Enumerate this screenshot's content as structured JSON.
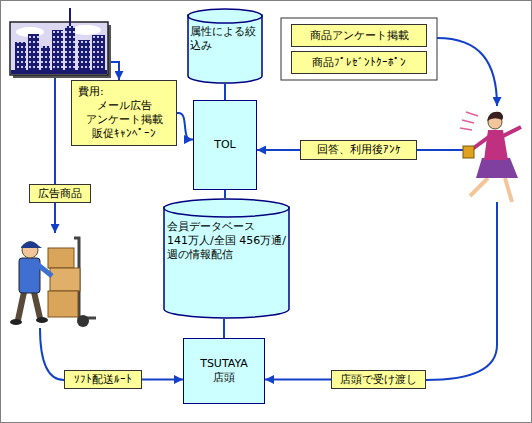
{
  "diagram": {
    "nodes": [
      {
        "text": [
          "属性による絞 込み"
        ]
      },
      {
        "text": [
          "商品アンケート掲載"
        ]
      },
      {
        "text": [
          "商品ﾌﾟﾚｾﾞﾝﾄｸｰﾎﾟﾝ"
        ]
      },
      {
        "text": [
          "費用:",
          "メール広告 アンケート掲載 販促ｷｬﾝﾍﾟｰﾝ"
        ]
      },
      {
        "text": [
          "TOL"
        ]
      },
      {
        "text": [
          "回答、利用後ｱﾝｹ"
        ]
      },
      {
        "text": [
          "広告商品"
        ]
      },
      {
        "text": [
          "会員データベース",
          "141万人/全国 456万通/週の情報配信"
        ]
      },
      {
        "text": [
          "ｿﾌﾄ配送ﾙｰﾄ"
        ]
      },
      {
        "text": [
          "TSUTAYA 店頭"
        ]
      },
      {
        "text": [
          "店頭で受け渡し"
        ]
      }
    ],
    "edges": [
      {
        "from": 0,
        "to": 4,
        "arrow": "none"
      },
      {
        "from": 3,
        "to": 4,
        "arrow": "to"
      },
      {
        "from": 5,
        "to": 4,
        "arrow": "to"
      },
      {
        "from": 4,
        "to": 7,
        "arrow": "none"
      },
      {
        "from": 7,
        "to": 9,
        "arrow": "none"
      },
      {
        "from": 8,
        "to": 9,
        "arrow": "to"
      },
      {
        "from": 10,
        "to": 9,
        "arrow": "to"
      }
    ]
  }
}
